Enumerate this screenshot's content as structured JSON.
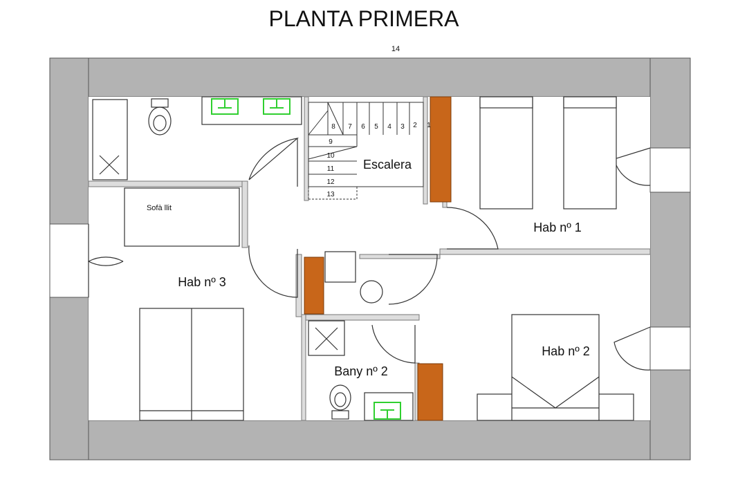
{
  "title": "PLANTA PRIMERA",
  "top_label": "14",
  "rooms": {
    "escalera": "Escalera",
    "hab1": "Hab nº 1",
    "hab2": "Hab nº 2",
    "hab3": "Hab nº 3",
    "bany2": "Bany nº 2"
  },
  "sofa_label": "Sofà llit",
  "stair_steps": [
    "1",
    "2",
    "3",
    "4",
    "5",
    "6",
    "7",
    "8",
    "9",
    "10",
    "11",
    "12",
    "13"
  ],
  "colors": {
    "wall": "#b3b3b3",
    "wall_stroke": "#555555",
    "floor": "#ffffff",
    "chimney": "#c8661a",
    "sink": "#2fcf2f",
    "line": "#333333"
  }
}
